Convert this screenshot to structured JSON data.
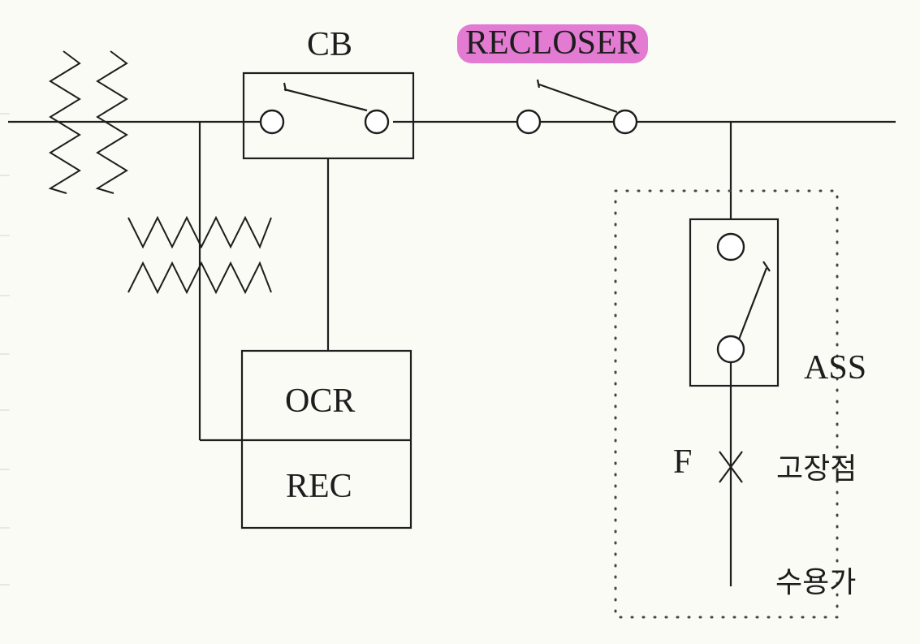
{
  "labels": {
    "cb": "CB",
    "recloser": "RECLOSER",
    "ocr": "OCR",
    "rec": "REC",
    "ass": "ASS",
    "fault_letter": "F",
    "fault_point": "고장점",
    "customer": "수용가"
  },
  "colors": {
    "line": "#1e1e1e",
    "highlight": "#e37bd2",
    "background": "#fbfbf5"
  },
  "icons": {
    "fault_mark": "x-mark",
    "switch_contact": "circle",
    "transformer": "zigzag-coil"
  }
}
